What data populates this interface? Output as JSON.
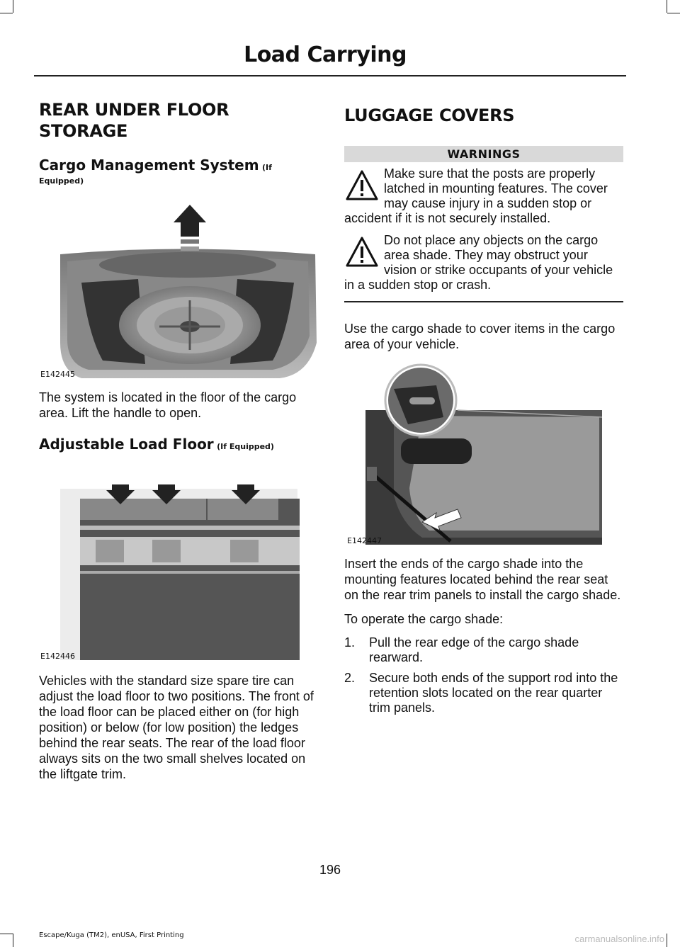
{
  "header": {
    "title": "Load Carrying"
  },
  "left": {
    "heading": "REAR UNDER FLOOR STORAGE",
    "cms_title": "Cargo Management System",
    "cms_qual": "(If Equipped)",
    "fig1_code": "E142445",
    "para1": "The system is located in the floor of the cargo area. Lift the handle to open.",
    "alf_title": "Adjustable Load Floor",
    "alf_qual": "(If Equipped)",
    "fig2_code": "E142446",
    "para2": "Vehicles with the standard size spare tire can adjust the load floor to two positions. The front of the load floor can be placed either on (for high position) or below (for low position) the ledges behind the rear seats. The rear of the load floor always sits on the two small shelves located on the liftgate trim."
  },
  "right": {
    "heading": "LUGGAGE COVERS",
    "warnings_label": "WARNINGS",
    "warning1": "Make sure that the posts are properly latched in mounting features. The cover may cause injury in a sudden stop or accident if it is not securely installed.",
    "warning2": "Do not place any objects on the cargo area shade. They may obstruct your vision or strike occupants of your vehicle in a sudden stop or crash.",
    "para1": "Use the cargo shade to cover items in the cargo area of your vehicle.",
    "fig3_code": "E142447",
    "para2": "Insert the ends of the cargo shade into the mounting features located behind the rear seat on the rear trim panels to install the cargo shade.",
    "para3": "To operate the cargo shade:",
    "steps": [
      {
        "num": "1.",
        "text": "Pull the rear edge of the cargo shade rearward."
      },
      {
        "num": "2.",
        "text": "Secure both ends of the support rod into the retention slots located on the rear quarter trim panels."
      }
    ]
  },
  "page_number": "196",
  "footer": "Escape/Kuga (TM2), enUSA, First Printing",
  "watermark": "carmanualsonline.info"
}
